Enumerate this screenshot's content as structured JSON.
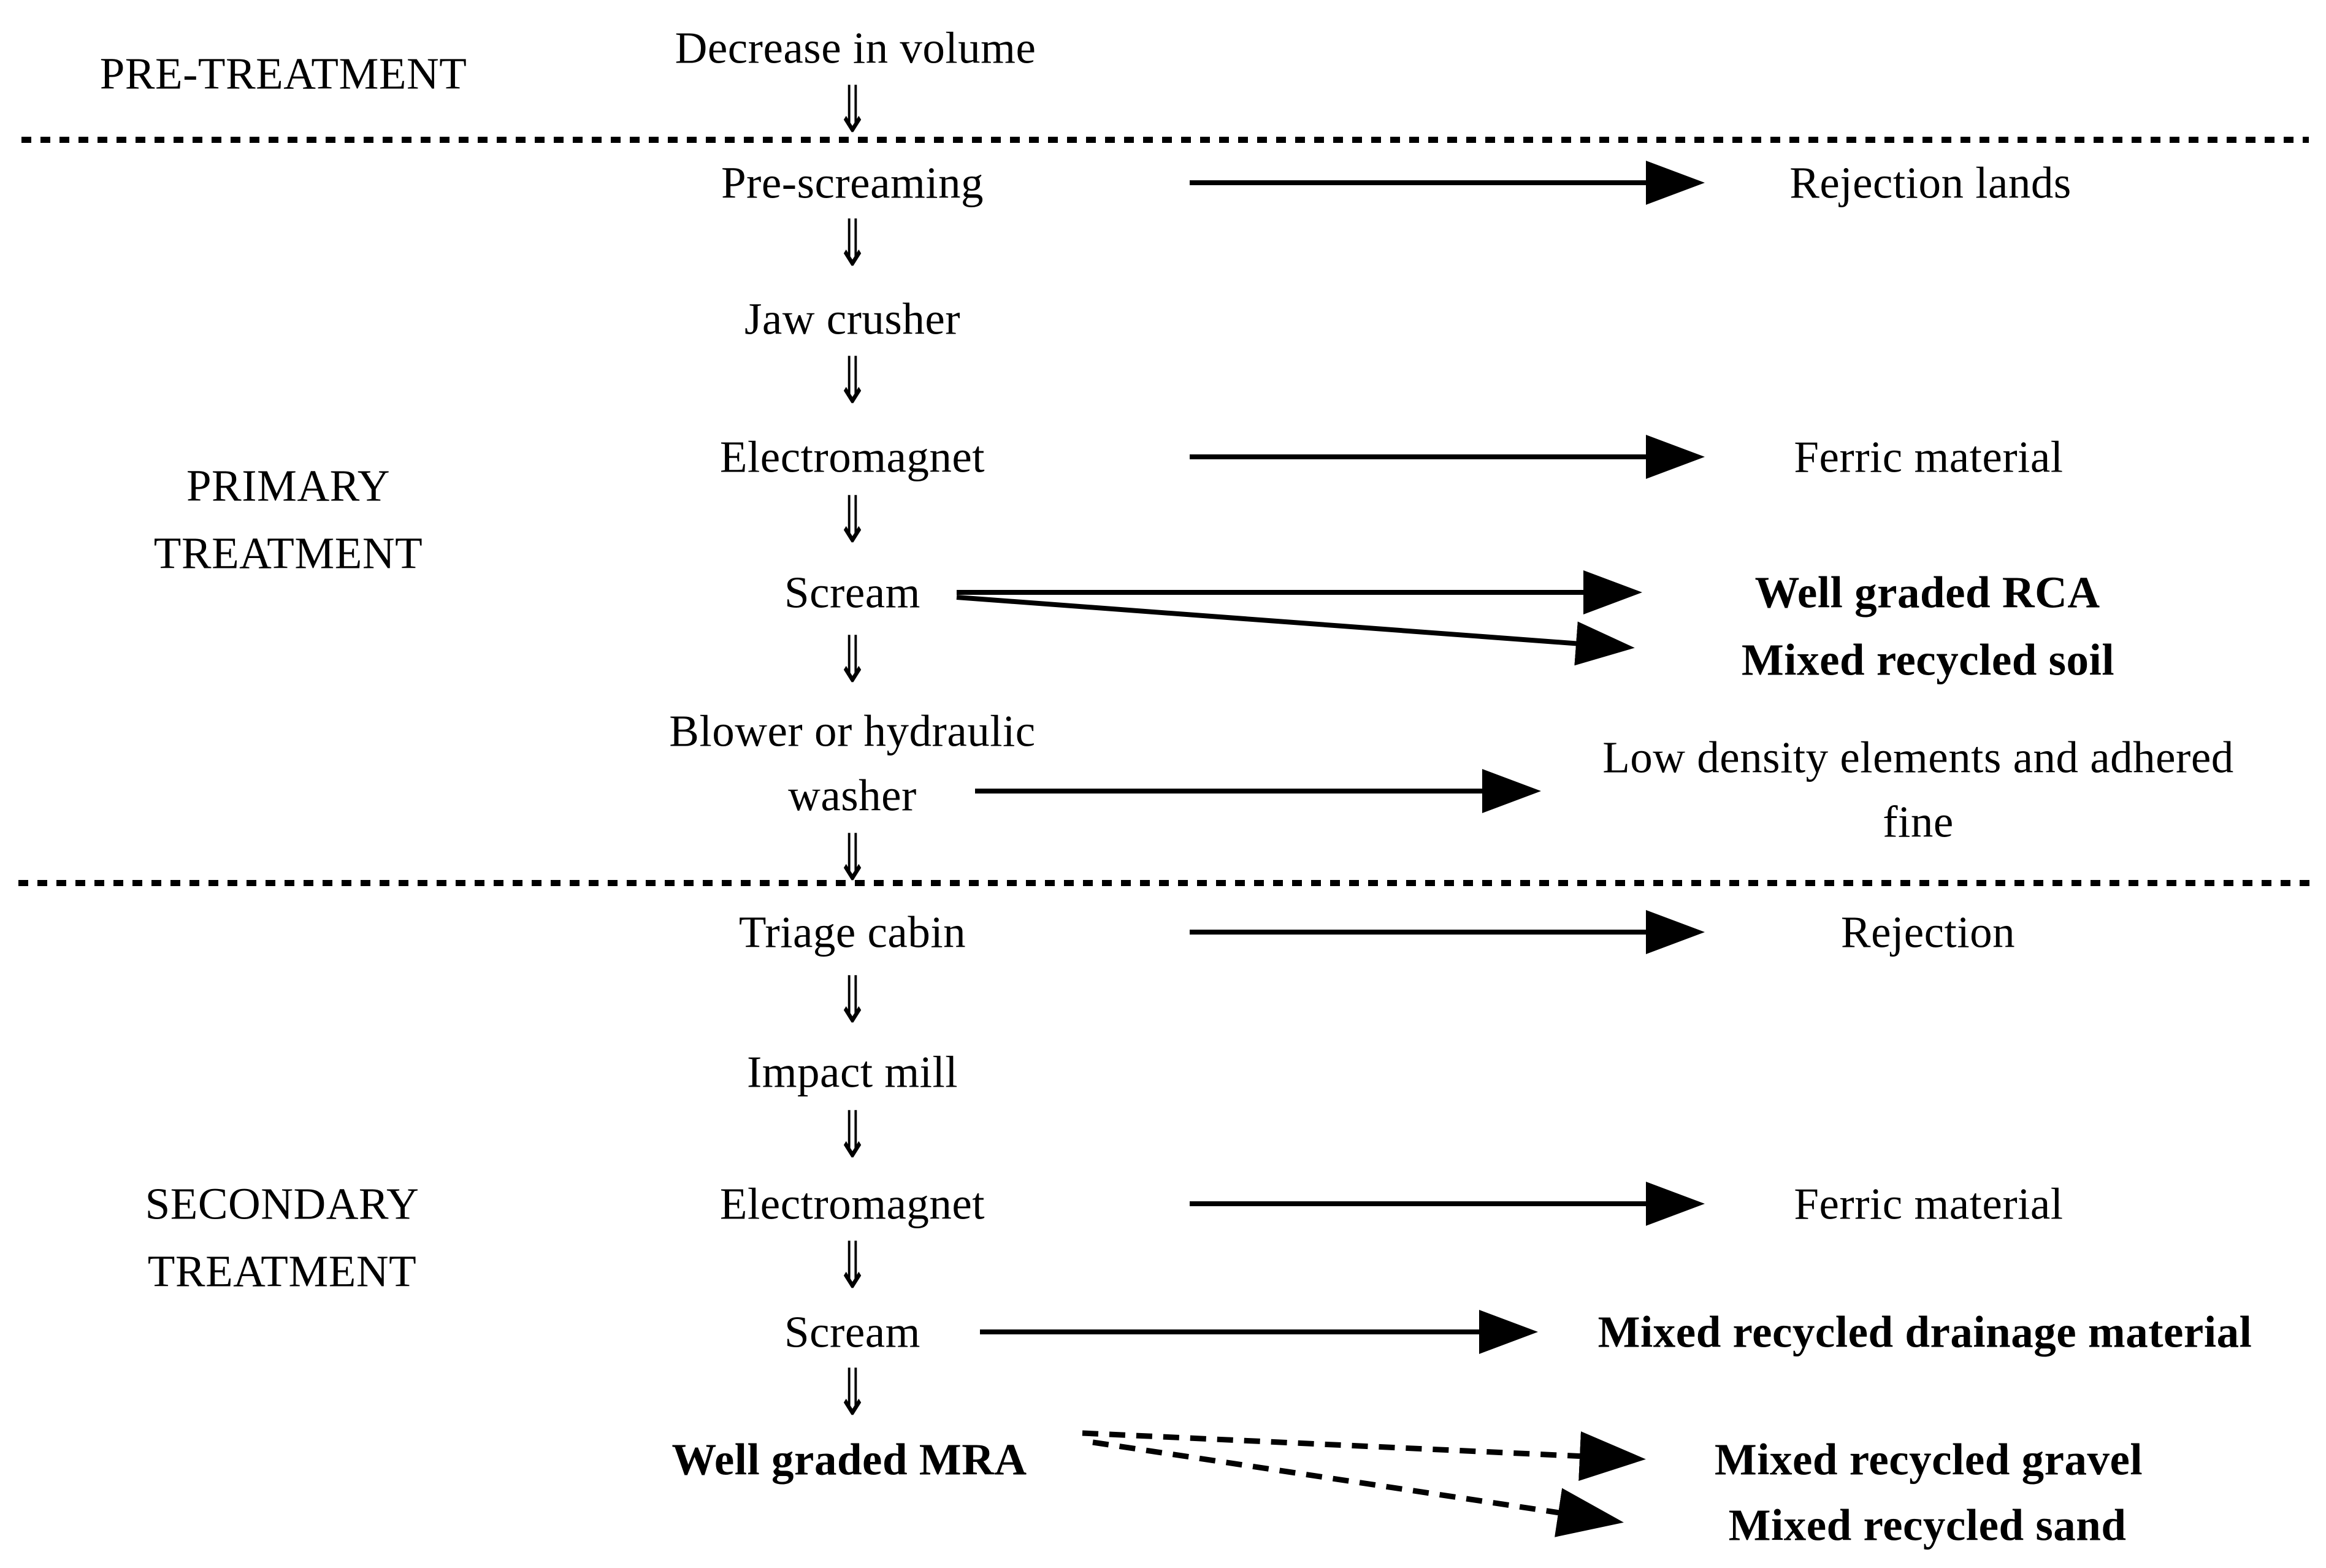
{
  "page": {
    "background_color": "#ffffff",
    "text_color": "#000000"
  },
  "sections": {
    "pre": {
      "label": "PRE-TREATMENT"
    },
    "primary": {
      "line1": "PRIMARY",
      "line2": "TREATMENT"
    },
    "secondary": {
      "line1": "SECONDARY",
      "line2": "TREATMENT"
    }
  },
  "steps": {
    "decrease_in_volume": "Decrease in volume",
    "pre_screaming": "Pre-screaming",
    "jaw_crusher": "Jaw crusher",
    "electromagnet_primary": "Electromagnet",
    "scream_primary": "Scream",
    "blower_line1": "Blower or hydraulic",
    "blower_line2": "washer",
    "triage_cabin": "Triage cabin",
    "impact_mill": "Impact mill",
    "electromagnet_secondary": "Electromagnet",
    "scream_secondary": "Scream",
    "well_graded_mra": "Well graded MRA"
  },
  "outputs": {
    "rejection_lands": "Rejection lands",
    "ferric_material_primary": "Ferric material",
    "well_graded_rca": "Well graded RCA",
    "mixed_recycled_soil": "Mixed recycled soil",
    "low_density_line1": "Low density elements and adhered",
    "low_density_line2": "fine",
    "rejection": "Rejection",
    "ferric_material_secondary": "Ferric material",
    "mixed_recycled_drainage": "Mixed recycled drainage material",
    "mixed_recycled_gravel": "Mixed recycled gravel",
    "mixed_recycled_sand": "Mixed recycled sand"
  },
  "glyphs": {
    "flow_down_arrow": "⇓"
  }
}
